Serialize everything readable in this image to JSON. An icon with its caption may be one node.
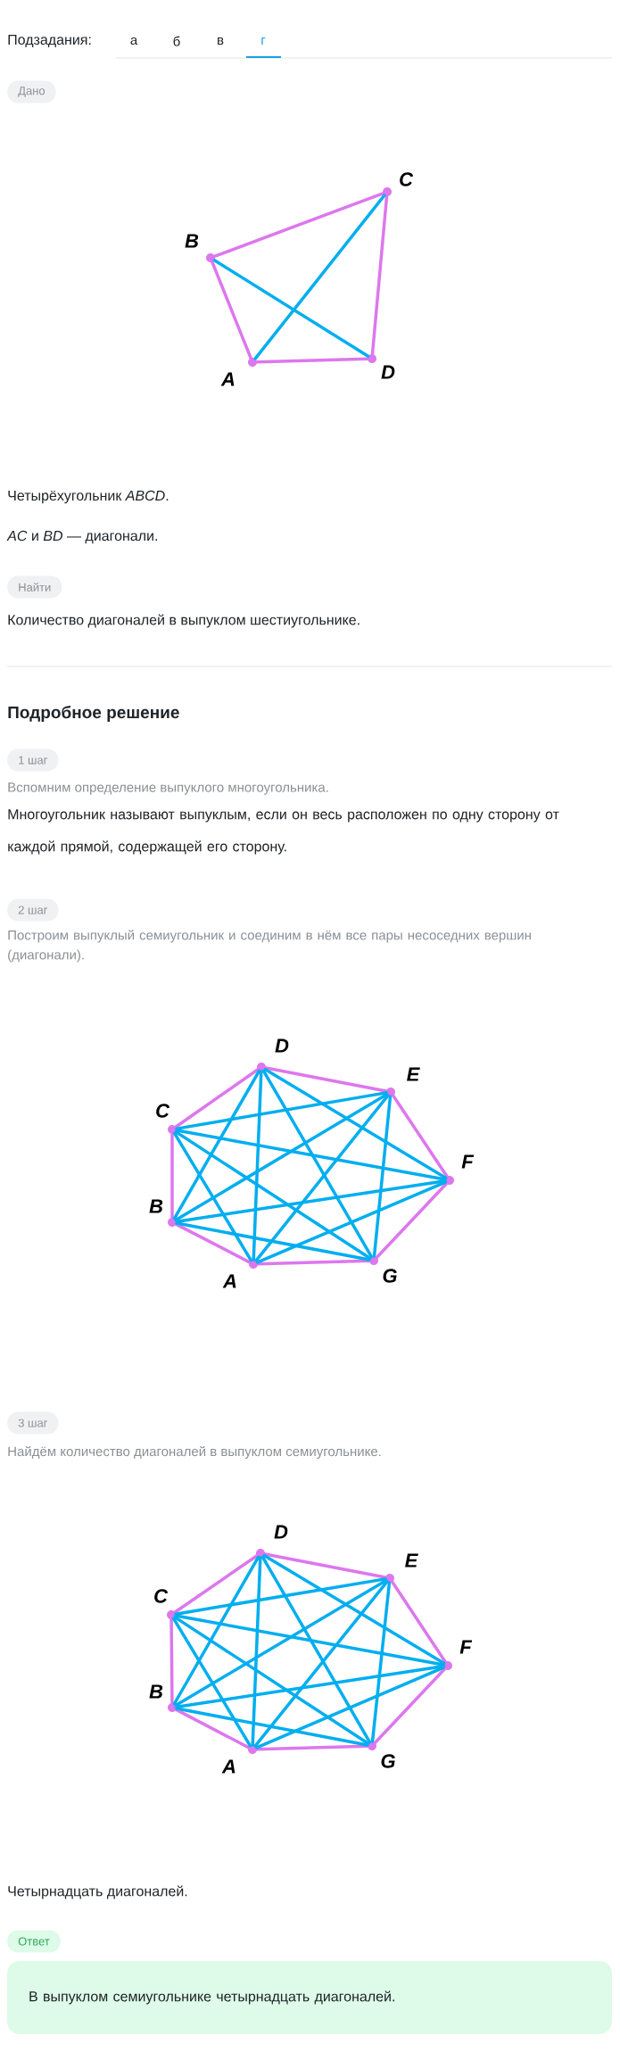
{
  "diagram": {
    "nodes": [
      {
        "text": [
          "Дано"
        ]
      },
      {
        "text": [
          "A"
        ]
      },
      {
        "text": [
          "B"
        ]
      },
      {
        "text": [
          "C"
        ]
      },
      {
        "text": [
          "D"
        ]
      },
      {
        "text": [
          "Найти"
        ]
      },
      {
        "text": [
          "1 шаг"
        ]
      },
      {
        "text": [
          "2 шаг"
        ]
      },
      {
        "text": [
          "A"
        ]
      },
      {
        "text": [
          "B"
        ]
      },
      {
        "text": [
          "C"
        ]
      },
      {
        "text": [
          "D"
        ]
      },
      {
        "text": [
          "E"
        ]
      },
      {
        "text": [
          "F"
        ]
      },
      {
        "text": [
          "G"
        ]
      },
      {
        "text": [
          "3 шаг"
        ]
      },
      {
        "text": [
          "A"
        ]
      },
      {
        "text": [
          "B"
        ]
      },
      {
        "text": [
          "C"
        ]
      },
      {
        "text": [
          "D"
        ]
      },
      {
        "text": [
          "E"
        ]
      },
      {
        "text": [
          "F"
        ]
      },
      {
        "text": [
          "G"
        ]
      },
      {
        "text": [
          "Ответ"
        ]
      },
      {
        "text": [
          "В выпуклом семиугольнике четырнадцать диагоналей."
        ]
      }
    ],
    "edges": [
      {
        "from": 1,
        "to": 2,
        "arrow": "none",
        "color": "#dd77ee"
      },
      {
        "from": 2,
        "to": 3,
        "arrow": "none",
        "color": "#dd77ee"
      },
      {
        "from": 3,
        "to": 4,
        "arrow": "none",
        "color": "#dd77ee"
      },
      {
        "from": 4,
        "to": 1,
        "arrow": "none",
        "color": "#dd77ee"
      },
      {
        "from": 1,
        "to": 3,
        "arrow": "none"
      },
      {
        "from": 2,
        "to": 4,
        "arrow": "none"
      },
      {
        "from": 8,
        "to": 9,
        "arrow": "none",
        "color": "#dd77ee"
      },
      {
        "from": 9,
        "to": 10,
        "arrow": "none",
        "color": "#dd77ee"
      },
      {
        "from": 10,
        "to": 11,
        "arrow": "none",
        "color": "#dd77ee"
      },
      {
        "from": 11,
        "to": 12,
        "arrow": "none",
        "color": "#dd77ee"
      },
      {
        "from": 12,
        "to": 13,
        "arrow": "none",
        "color": "#dd77ee"
      },
      {
        "from": 13,
        "to": 14,
        "arrow": "none",
        "color": "#dd77ee"
      },
      {
        "from": 14,
        "to": 8,
        "arrow": "none",
        "color": "#dd77ee"
      },
      {
        "from": 8,
        "to": 10,
        "arrow": "none"
      },
      {
        "from": 8,
        "to": 11,
        "arrow": "none"
      },
      {
        "from": 8,
        "to": 12,
        "arrow": "none"
      },
      {
        "from": 8,
        "to": 13,
        "arrow": "none"
      },
      {
        "from": 9,
        "to": 11,
        "arrow": "none"
      },
      {
        "from": 9,
        "to": 12,
        "arrow": "none"
      },
      {
        "from": 9,
        "to": 13,
        "arrow": "none"
      },
      {
        "from": 9,
        "to": 14,
        "arrow": "none"
      },
      {
        "from": 10,
        "to": 12,
        "arrow": "none"
      },
      {
        "from": 10,
        "to": 13,
        "arrow": "none"
      },
      {
        "from": 10,
        "to": 14,
        "arrow": "none"
      },
      {
        "from": 11,
        "to": 13,
        "arrow": "none"
      },
      {
        "from": 11,
        "to": 14,
        "arrow": "none"
      },
      {
        "from": 12,
        "to": 14,
        "arrow": "none"
      },
      {
        "from": 16,
        "to": 17,
        "arrow": "none",
        "color": "#dd77ee"
      },
      {
        "from": 17,
        "to": 18,
        "arrow": "none",
        "color": "#dd77ee"
      },
      {
        "from": 18,
        "to": 19,
        "arrow": "none",
        "color": "#dd77ee"
      },
      {
        "from": 19,
        "to": 20,
        "arrow": "none",
        "color": "#dd77ee"
      },
      {
        "from": 20,
        "to": 21,
        "arrow": "none",
        "color": "#dd77ee"
      },
      {
        "from": 21,
        "to": 22,
        "arrow": "none",
        "color": "#dd77ee"
      },
      {
        "from": 22,
        "to": 16,
        "arrow": "none",
        "color": "#dd77ee"
      },
      {
        "from": 16,
        "to": 18,
        "arrow": "none"
      },
      {
        "from": 16,
        "to": 19,
        "arrow": "none"
      },
      {
        "from": 16,
        "to": 20,
        "arrow": "none"
      },
      {
        "from": 16,
        "to": 21,
        "arrow": "none"
      },
      {
        "from": 17,
        "to": 19,
        "arrow": "none"
      },
      {
        "from": 17,
        "to": 20,
        "arrow": "none"
      },
      {
        "from": 17,
        "to": 21,
        "arrow": "none"
      },
      {
        "from": 17,
        "to": 22,
        "arrow": "none"
      },
      {
        "from": 18,
        "to": 20,
        "arrow": "none"
      },
      {
        "from": 18,
        "to": 21,
        "arrow": "none"
      },
      {
        "from": 18,
        "to": 22,
        "arrow": "none"
      },
      {
        "from": 19,
        "to": 21,
        "arrow": "none"
      },
      {
        "from": 19,
        "to": 22,
        "arrow": "none"
      },
      {
        "from": 20,
        "to": 22,
        "arrow": "none"
      }
    ],
    "labels": [
      "Подзадания:",
      "а",
      "б",
      "в",
      "г",
      "Четырёхугольник *ABCD*.",
      "*AC* и *BD* — диагонали.",
      "Количество диагоналей в выпуклом шестиугольнике.",
      "Подробное решение",
      "Вспомним определение выпуклого многоугольника.",
      "Многоугольник называют выпуклым, если он весь расположен по одну сторону от каждой прямой, содержащей его сторону.",
      "Построим выпуклый семиугольник и соединим в нём все пары несоседних вершин (диагонали).",
      "Найдём количество диагоналей в выпуклом семиугольнике.",
      "Четырнадцать диагоналей."
    ]
  }
}
